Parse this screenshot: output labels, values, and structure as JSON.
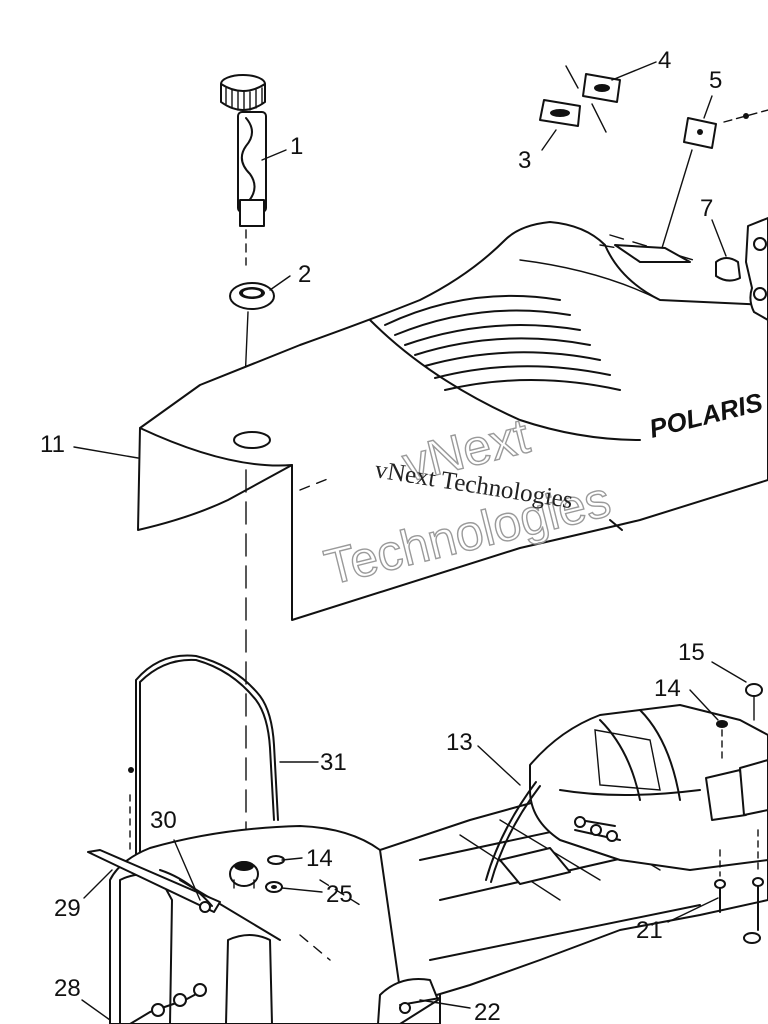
{
  "callouts": [
    {
      "id": "1",
      "label": "1"
    },
    {
      "id": "2",
      "label": "2"
    },
    {
      "id": "3",
      "label": "3"
    },
    {
      "id": "4",
      "label": "4"
    },
    {
      "id": "5",
      "label": "5"
    },
    {
      "id": "7",
      "label": "7"
    },
    {
      "id": "11",
      "label": "11"
    },
    {
      "id": "13",
      "label": "13"
    },
    {
      "id": "14a",
      "label": "14"
    },
    {
      "id": "14b",
      "label": "14"
    },
    {
      "id": "15",
      "label": "15"
    },
    {
      "id": "21",
      "label": "21"
    },
    {
      "id": "22",
      "label": "22"
    },
    {
      "id": "25",
      "label": "25"
    },
    {
      "id": "28",
      "label": "28"
    },
    {
      "id": "29",
      "label": "29"
    },
    {
      "id": "30",
      "label": "30"
    },
    {
      "id": "31",
      "label": "31"
    }
  ],
  "brand": "POLARIS",
  "watermark": {
    "line1": "vNext Technologies",
    "big1": "vNext",
    "big2": "Technologies"
  }
}
